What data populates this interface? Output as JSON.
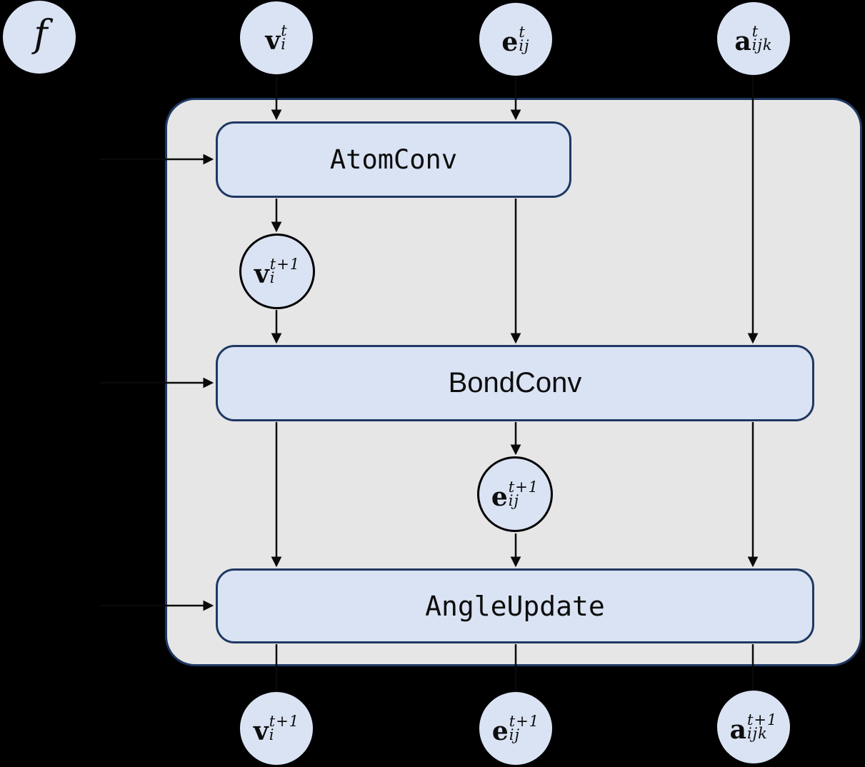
{
  "colors": {
    "node_fill": "#dae3f3",
    "container_fill": "#e7e6e6",
    "border_navy": "#1f3864",
    "line_black": "#0a0a0a",
    "text_dark": "#0d0d0d"
  },
  "inputs": {
    "f": {
      "label": "f"
    },
    "v": {
      "base": "v",
      "sup": "t",
      "sub": "i"
    },
    "e": {
      "base": "e",
      "sup": "t",
      "sub": "ij"
    },
    "a": {
      "base": "a",
      "sup": "t",
      "sub": "ijk"
    }
  },
  "blocks": {
    "atom": {
      "label": "AtomConv"
    },
    "bond": {
      "label": "BondConv"
    },
    "angle": {
      "label": "AngleUpdate"
    }
  },
  "intermediate": {
    "v_next": {
      "base": "v",
      "sup": "t+1",
      "sub": "i"
    },
    "e_next": {
      "base": "e",
      "sup": "t+1",
      "sub": "ij"
    }
  },
  "outputs": {
    "v": {
      "base": "v",
      "sup": "t+1",
      "sub": "i"
    },
    "e": {
      "base": "e",
      "sup": "t+1",
      "sub": "ij"
    },
    "a": {
      "base": "a",
      "sup": "t+1",
      "sub": "ijk"
    }
  }
}
